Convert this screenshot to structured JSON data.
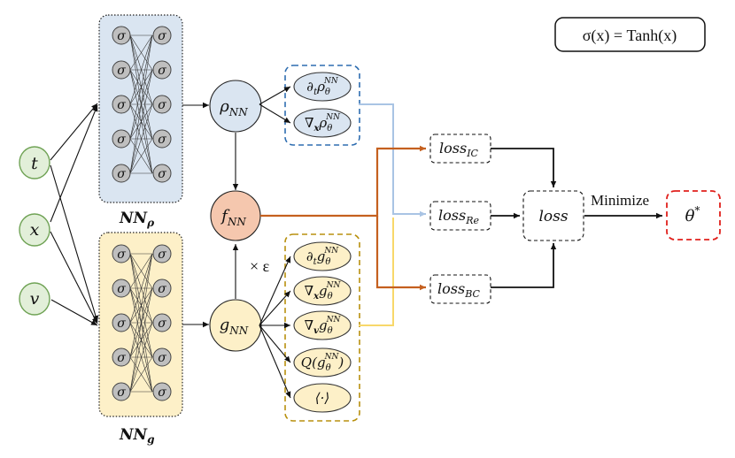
{
  "inputs": {
    "t": "t",
    "x": "x",
    "v": "v"
  },
  "network_rho": {
    "label": "NN",
    "subscript": "ρ",
    "activation": "σ"
  },
  "network_g": {
    "label": "NN",
    "subscript": "g",
    "activation": "σ"
  },
  "nodes": {
    "rho": {
      "base": "ρ",
      "sub": "NN"
    },
    "f": {
      "base": "f",
      "sub": "NN"
    },
    "g": {
      "base": "g",
      "sub": "NN"
    }
  },
  "epsilon_label": "× ε",
  "rho_derivatives": [
    {
      "op": "∂",
      "opsub": "t",
      "base": "ρ",
      "sub": "θ",
      "sup": "NN"
    },
    {
      "op": "∇",
      "opsub": "x",
      "base": "ρ",
      "sub": "θ",
      "sup": "NN"
    }
  ],
  "g_derivatives": [
    {
      "op": "∂",
      "opsub": "t",
      "base": "g",
      "sub": "θ",
      "sup": "NN"
    },
    {
      "op": "∇",
      "opsub": "x",
      "base": "g",
      "sub": "θ",
      "sup": "NN"
    },
    {
      "op": "∇",
      "opsub": "v",
      "base": "g",
      "sub": "θ",
      "sup": "NN"
    },
    {
      "op": "Q(",
      "opsub": "",
      "base": "g",
      "sub": "θ",
      "sup": "NN",
      "close": ")"
    },
    {
      "op": "⟨·⟩",
      "opsub": "",
      "base": "",
      "sub": "",
      "sup": ""
    }
  ],
  "losses": {
    "ic": {
      "base": "loss",
      "sub": "IC"
    },
    "re": {
      "base": "loss",
      "sub": "Re"
    },
    "bc": {
      "base": "loss",
      "sub": "BC"
    },
    "total": "loss"
  },
  "minimize_label": "Minimize",
  "theta_star": {
    "base": "θ",
    "sup": "*"
  },
  "activation_def": "σ(x) = Tanh(x)",
  "colors": {
    "input_fill": "#e2efd9",
    "input_stroke": "#70a356",
    "rho_panel": "#dae5f1",
    "rho_stroke": "#2e6db0",
    "g_panel": "#fdf0c8",
    "g_stroke": "#b8900e",
    "f_fill": "#f5c7ae",
    "orange_line": "#c5601f",
    "lightblue_line": "#a9c4e4",
    "yellow_line": "#f8d86a",
    "theta_stroke": "#e0201c",
    "neuron": "#bfbfbf"
  }
}
